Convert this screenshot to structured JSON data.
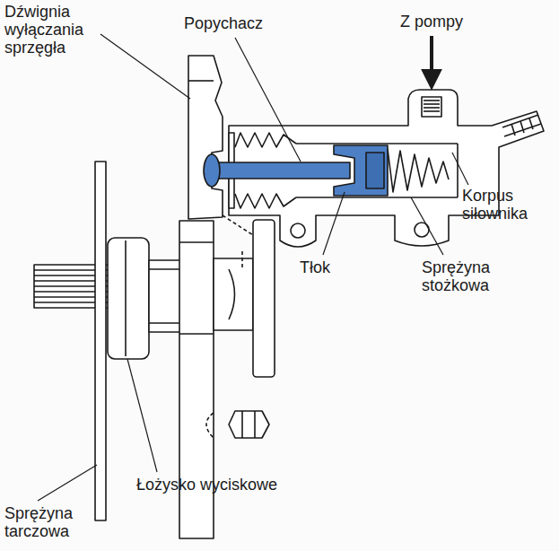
{
  "diagram": {
    "labels": [
      "Dźwignia wyłączania sprzęgła",
      "Popychacz",
      "Z pompy",
      "Korpus siłownika",
      "Tłok",
      "Sprężyna stożkowa",
      "Łożysko wyciskowe",
      "Sprężyna tarczowa"
    ]
  }
}
